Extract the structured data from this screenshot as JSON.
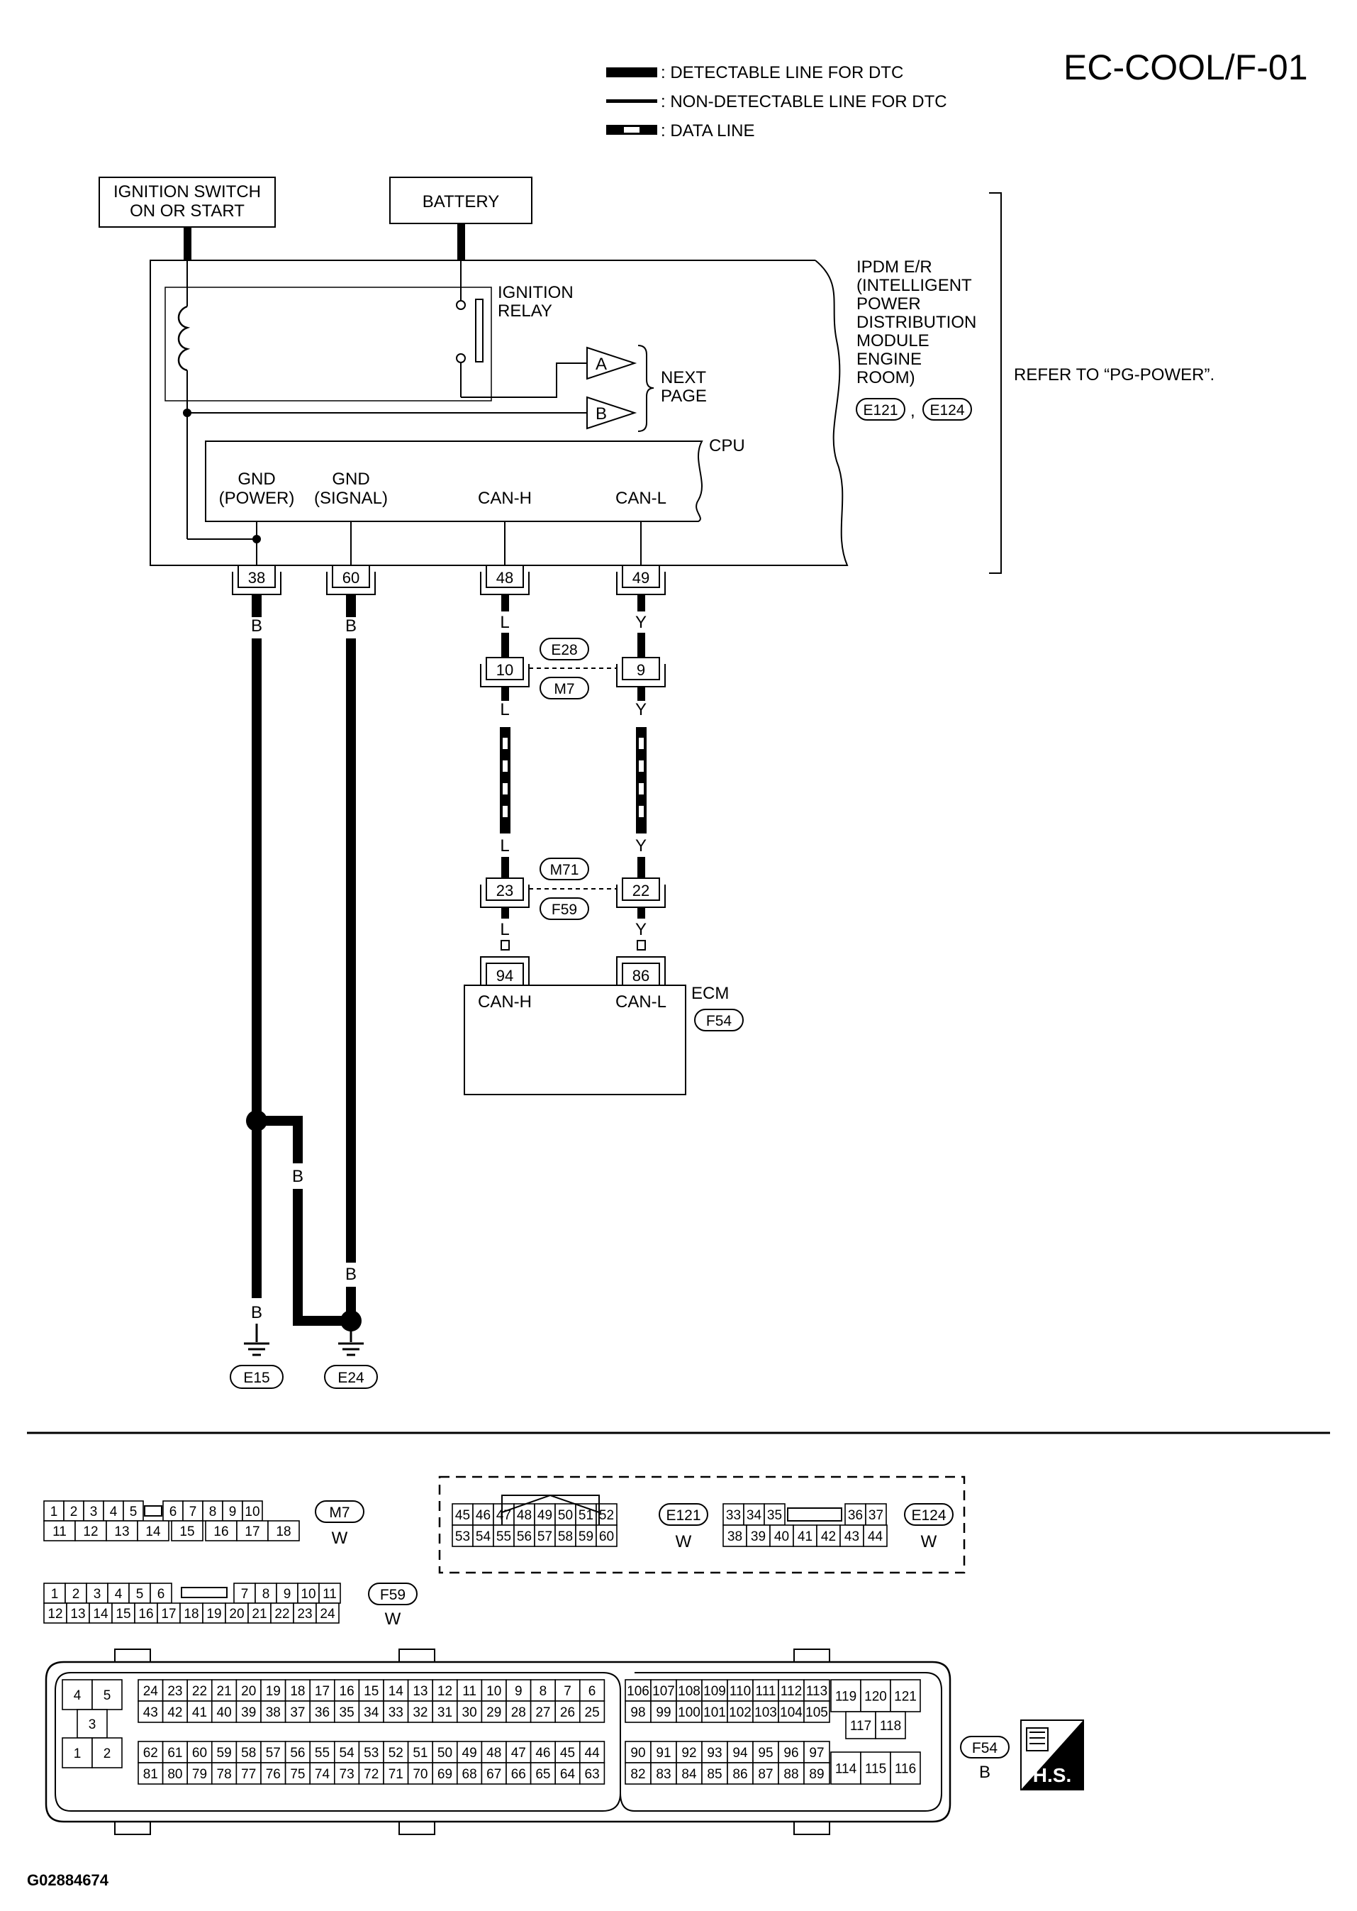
{
  "page_code": "EC-COOL/F-01",
  "figure_id": "G02884674",
  "legend": [
    {
      "style": "thick",
      "label": ": DETECTABLE LINE FOR DTC"
    },
    {
      "style": "thin",
      "label": ": NON-DETECTABLE LINE FOR DTC"
    },
    {
      "style": "data",
      "label": ": DATA LINE"
    }
  ],
  "sources": {
    "ignition": [
      "IGNITION SWITCH",
      "ON OR START"
    ],
    "battery": "BATTERY"
  },
  "ipdm": {
    "lines": [
      "IPDM E/R",
      "(INTELLIGENT",
      "POWER",
      "DISTRIBUTION",
      "MODULE",
      "ENGINE",
      "ROOM)"
    ],
    "connectors": [
      "E121",
      "E124"
    ],
    "separator": ",",
    "refer": "REFER TO “PG-POWER”.",
    "relay": [
      "IGNITION",
      "RELAY"
    ],
    "next_page": [
      "NEXT",
      "PAGE"
    ],
    "arrows": [
      "A",
      "B"
    ],
    "cpu": "CPU",
    "terminals": [
      {
        "label": [
          "GND",
          "(POWER)"
        ],
        "pin": "38",
        "color": "B"
      },
      {
        "label": [
          "GND",
          "(SIGNAL)"
        ],
        "pin": "60",
        "color": "B"
      },
      {
        "label": [
          "",
          "CAN-H"
        ],
        "pin": "48",
        "color": "L"
      },
      {
        "label": [
          "",
          "CAN-L"
        ],
        "pin": "49",
        "color": "Y"
      }
    ]
  },
  "joints": [
    {
      "pins": [
        "10",
        "9"
      ],
      "connectors": [
        "E28",
        "M7"
      ],
      "colors": [
        "L",
        "Y"
      ]
    },
    {
      "pins": [
        "23",
        "22"
      ],
      "connectors": [
        "M71",
        "F59"
      ],
      "colors": [
        "L",
        "Y"
      ]
    }
  ],
  "ecm": {
    "label": "ECM",
    "connector": "F54",
    "terminals": [
      {
        "label": "CAN-H",
        "pin": "94",
        "color": "L"
      },
      {
        "label": "CAN-L",
        "pin": "86",
        "color": "Y"
      }
    ]
  },
  "ground_wire_colors": {
    "power_branch": "B",
    "signal_lower": "B",
    "power_lower": "B"
  },
  "grounds": [
    "E15",
    "E24"
  ],
  "connector_views": {
    "M7": {
      "color": "W",
      "rows": [
        [
          "1",
          "2",
          "3",
          "4",
          "5",
          "6",
          "7",
          "8",
          "9",
          "10"
        ],
        [
          "11",
          "12",
          "13",
          "14",
          "15",
          "16",
          "17",
          "18"
        ]
      ]
    },
    "F59": {
      "color": "W",
      "rows": [
        [
          "1",
          "2",
          "3",
          "4",
          "5",
          "6",
          "7",
          "8",
          "9",
          "10",
          "11"
        ],
        [
          "12",
          "13",
          "14",
          "15",
          "16",
          "17",
          "18",
          "19",
          "20",
          "21",
          "22",
          "23",
          "24"
        ]
      ]
    },
    "E121": {
      "color": "W",
      "rows": [
        [
          "45",
          "46",
          "47",
          "48",
          "49",
          "50",
          "51",
          "52"
        ],
        [
          "53",
          "54",
          "55",
          "56",
          "57",
          "58",
          "59",
          "60"
        ]
      ]
    },
    "E124": {
      "color": "W",
      "rows": [
        [
          "33",
          "34",
          "35",
          "36",
          "37"
        ],
        [
          "38",
          "39",
          "40",
          "41",
          "42",
          "43",
          "44"
        ]
      ]
    },
    "F54": {
      "color": "B",
      "badge": "H.S.",
      "left": [
        [
          "4",
          "5"
        ],
        [
          "3"
        ],
        [
          "1",
          "2"
        ]
      ],
      "block1": [
        [
          "24",
          "23",
          "22",
          "21",
          "20",
          "19",
          "18",
          "17",
          "16",
          "15",
          "14",
          "13",
          "12",
          "11",
          "10",
          "9",
          "8",
          "7",
          "6"
        ],
        [
          "43",
          "42",
          "41",
          "40",
          "39",
          "38",
          "37",
          "36",
          "35",
          "34",
          "33",
          "32",
          "31",
          "30",
          "29",
          "28",
          "27",
          "26",
          "25"
        ],
        [
          "62",
          "61",
          "60",
          "59",
          "58",
          "57",
          "56",
          "55",
          "54",
          "53",
          "52",
          "51",
          "50",
          "49",
          "48",
          "47",
          "46",
          "45",
          "44"
        ],
        [
          "81",
          "80",
          "79",
          "78",
          "77",
          "76",
          "75",
          "74",
          "73",
          "72",
          "71",
          "70",
          "69",
          "68",
          "67",
          "66",
          "65",
          "64",
          "63"
        ]
      ],
      "block2": [
        [
          "106",
          "107",
          "108",
          "109",
          "110",
          "111",
          "112",
          "113"
        ],
        [
          "98",
          "99",
          "100",
          "101",
          "102",
          "103",
          "104",
          "105"
        ],
        [
          "90",
          "91",
          "92",
          "93",
          "94",
          "95",
          "96",
          "97"
        ],
        [
          "82",
          "83",
          "84",
          "85",
          "86",
          "87",
          "88",
          "89"
        ]
      ],
      "block3": [
        [
          "119",
          "120",
          "121"
        ],
        [
          "117",
          "118"
        ],
        [
          "114",
          "115",
          "116"
        ]
      ]
    }
  }
}
